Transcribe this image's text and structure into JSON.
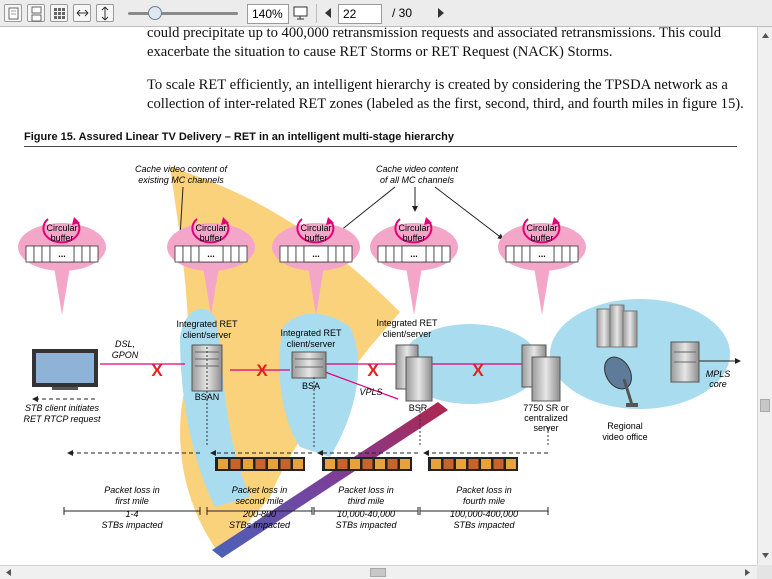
{
  "toolbar": {
    "icons": [
      "single-page-icon",
      "continuous-page-icon",
      "thumbnails-icon",
      "fit-width-icon",
      "fit-height-icon",
      "presentation-icon",
      "previous-page-icon",
      "next-page-icon"
    ],
    "zoom": "140%",
    "page_current": "22",
    "page_total": "/ 30"
  },
  "document": {
    "lines": [
      "could precipitate up to 400,000 retransmission requests and associated retransmissions. This could",
      "exacerbate the situation to cause RET Storms or RET Request (NACK) Storms.",
      "To scale RET efficiently, an intelligent hierarchy is created by considering the TPSDA network as a",
      "collection of inter-related RET zones (labeled as the first, second, third, and fourth miles in figure 15)."
    ],
    "figure_title": "Figure 15. Assured Linear TV Delivery – RET in an intelligent multi-stage hierarchy"
  },
  "figure": {
    "callout_left": [
      "Cache video content of",
      "existing MC channels"
    ],
    "callout_right": [
      "Cache video content",
      "of all MC channels"
    ],
    "buffer_label": [
      "Circular",
      "buffer"
    ],
    "buffer_dots": "...",
    "node_labels": {
      "dsl": [
        "DSL,",
        "GPON"
      ],
      "stb": [
        "STB client initiates",
        "RET RTCP request"
      ],
      "ret1": [
        "Integrated RET",
        "client/server"
      ],
      "ret2": [
        "Integrated RET",
        "client/server"
      ],
      "ret3": [
        "Integrated RET",
        "client/server"
      ],
      "bsan": "BSAN",
      "bsa": "BSA",
      "bsr": "BSR",
      "vpls": "VPLS",
      "server": [
        "7750 SR or",
        "centralized",
        "server"
      ],
      "office": [
        "Regional",
        "video office"
      ],
      "mpls": [
        "MPLS",
        "core"
      ]
    },
    "loss_mark": "X",
    "miles": [
      {
        "lines": [
          "Packet loss in",
          "first mile"
        ],
        "count": [
          "1-4",
          "STBs impacted"
        ]
      },
      {
        "lines": [
          "Packet loss in",
          "second mile"
        ],
        "count": [
          "200-800",
          "STBs impacted"
        ]
      },
      {
        "lines": [
          "Packet loss in",
          "third mile"
        ],
        "count": [
          "10,000-40,000",
          "STBs impacted"
        ]
      },
      {
        "lines": [
          "Packet loss in",
          "fourth mile"
        ],
        "count": [
          "100,000-400,000",
          "STBs impacted"
        ]
      }
    ],
    "colors": {
      "pink": "#f4a6c8",
      "blue": "#a9dcef",
      "yellow": "#fbd27c",
      "red": "#e2231a",
      "magenta": "#e0007a"
    }
  }
}
